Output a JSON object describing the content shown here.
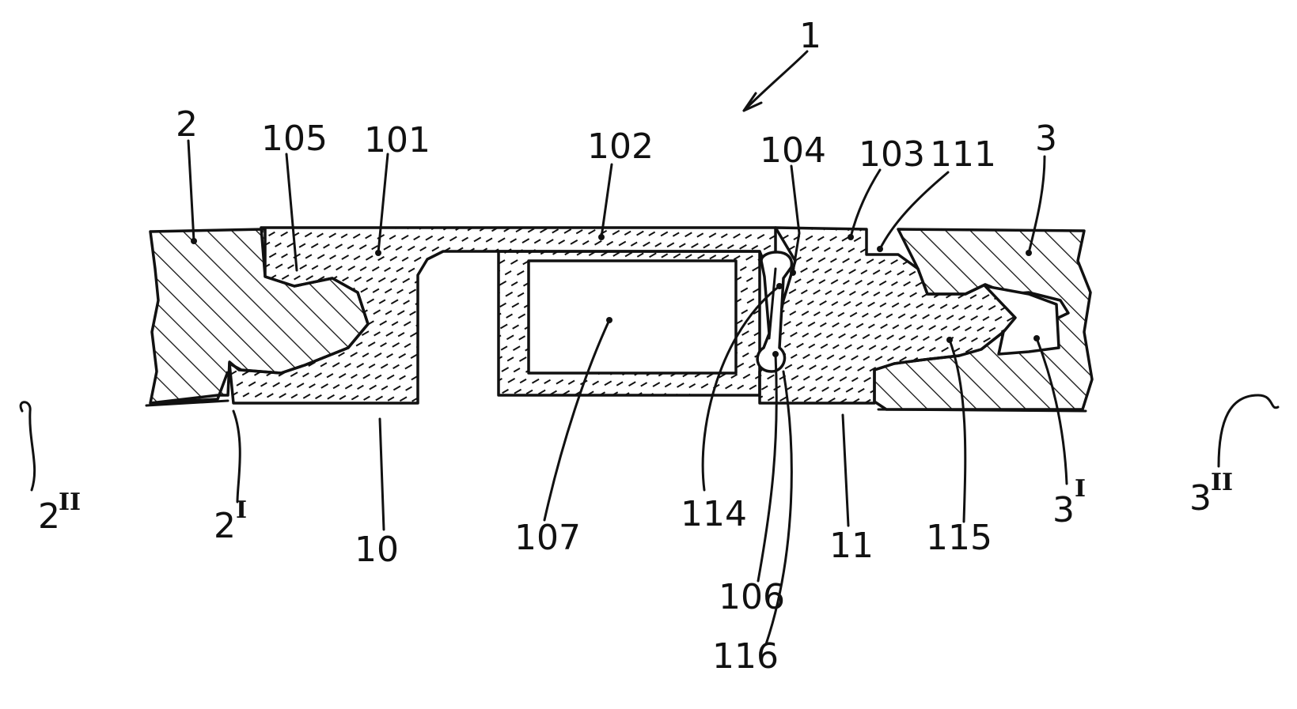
{
  "labels": {
    "n1": "1",
    "n2": "2",
    "n105": "105",
    "n101": "101",
    "n102": "102",
    "n104": "104",
    "n103": "103",
    "n111": "111",
    "n3": "3",
    "n2II_base": "2",
    "n2II_sup": "II",
    "n2I_base": "2",
    "n2I_sup": "I",
    "n10": "10",
    "n107": "107",
    "n114": "114",
    "n106": "106",
    "n116": "116",
    "n11": "11",
    "n115": "115",
    "n3I_base": "3",
    "n3I_sup": "I",
    "n3II_base": "3",
    "n3II_sup": "II"
  },
  "colors": {
    "ink": "#111111",
    "background": "#ffffff"
  }
}
